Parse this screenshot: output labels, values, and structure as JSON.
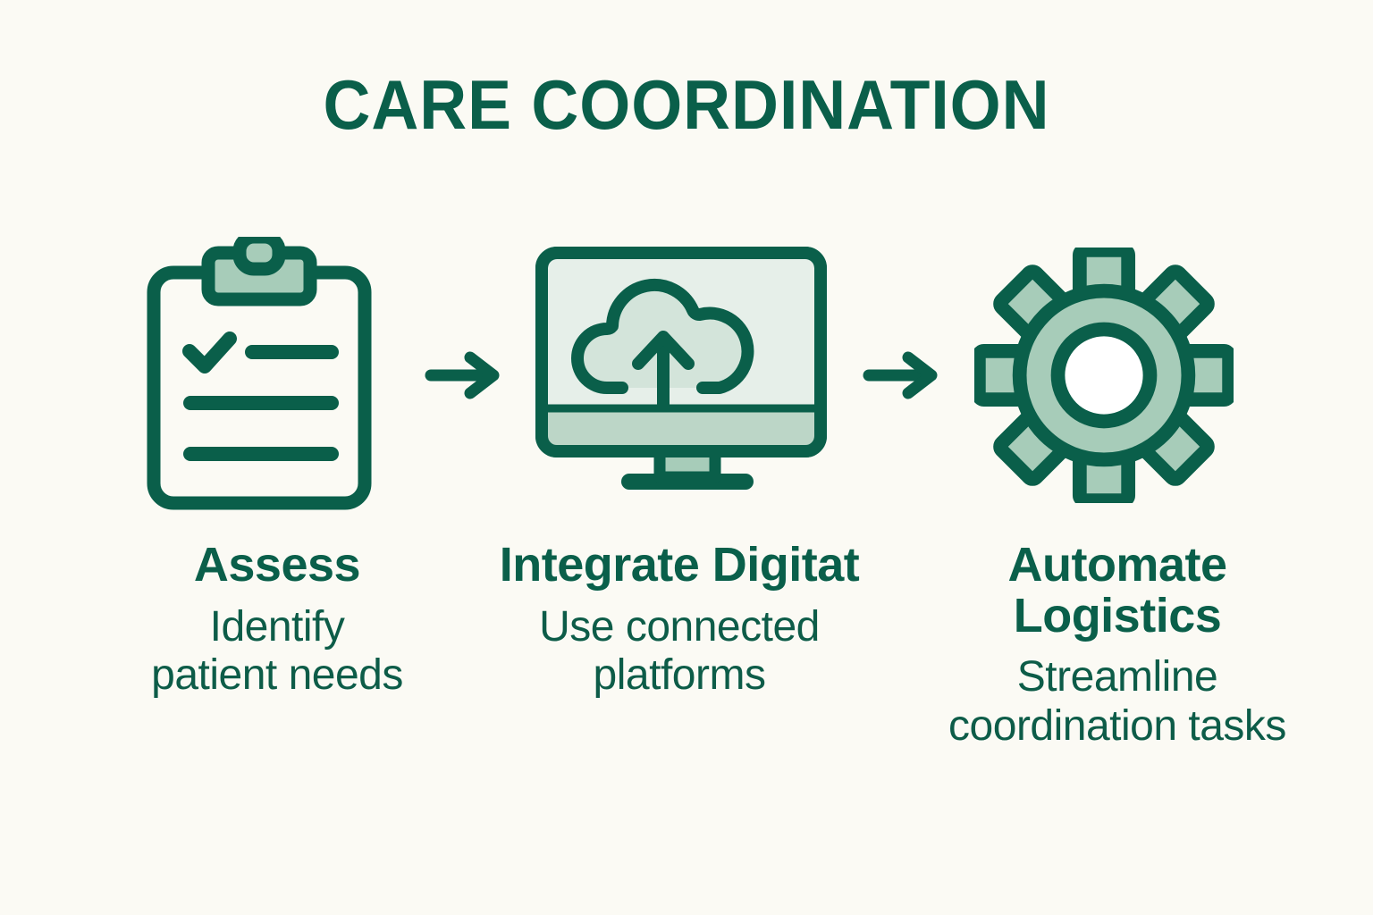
{
  "page": {
    "title": "CARE COORDINATION",
    "background_color": "#FBFAF4"
  },
  "colors": {
    "dark_green": "#0A5F4A",
    "text_green": "#0D5C48",
    "mint_fill": "#A7CCB9",
    "screen_fill": "#E6EFE9",
    "screen_bar_fill": "#BCD6C7",
    "white": "#FFFFFF"
  },
  "steps": [
    {
      "id": "assess",
      "icon": "clipboard-checklist-icon",
      "title": "Assess",
      "description": "Identify patient needs",
      "description_lines": [
        "Identify",
        "patient",
        "needs"
      ]
    },
    {
      "id": "integrate",
      "icon": "monitor-cloud-upload-icon",
      "title": "Integrate Digitat",
      "title_lines": [
        "Integrate",
        "Digitat"
      ],
      "description": "Use connected platforms",
      "description_lines": [
        "Use connected",
        "platforms"
      ]
    },
    {
      "id": "automate",
      "icon": "gear-icon",
      "title": "Automate Logistics",
      "title_lines": [
        "Automate",
        "Logistics"
      ],
      "description": "Streamline coordination tasks",
      "description_lines": [
        "Streamline",
        "coordination",
        "tasks"
      ]
    }
  ],
  "connectors": [
    {
      "id": "arrow-1",
      "icon": "arrow-right-icon"
    },
    {
      "id": "arrow-2",
      "icon": "arrow-right-icon"
    }
  ]
}
